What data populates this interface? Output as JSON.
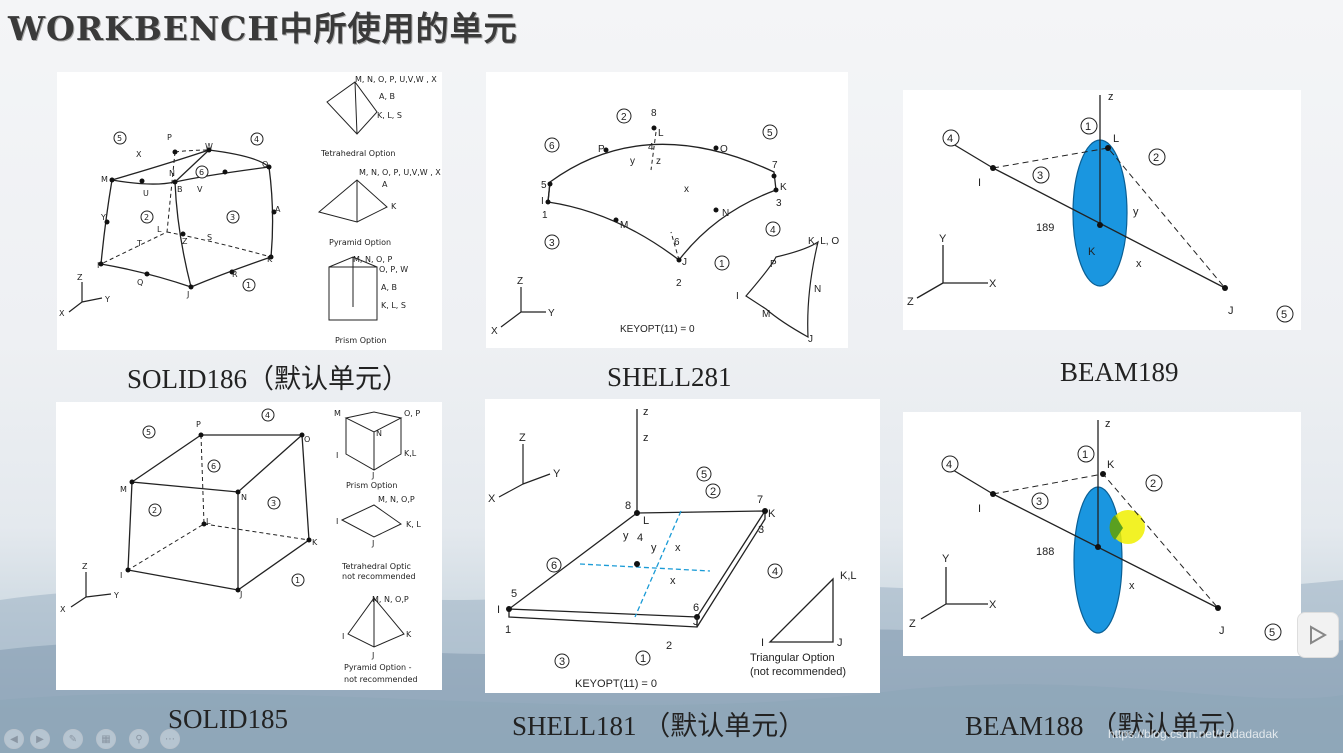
{
  "title": "WORKBENCH中所使用的单元",
  "captions": {
    "solid186": "SOLID186（默认单元）",
    "shell281": "SHELL281",
    "beam189": "BEAM189",
    "solid185": "SOLID185",
    "shell181": "SHELL181 （默认单元）",
    "beam188": "BEAM188 （默认单元）"
  },
  "diagram_text": {
    "tet_option": "Tetrahedral Option",
    "pyr_option": "Pyramid Option",
    "prism_option": "Prism Option",
    "tet_not_rec_1": "Tetrahedral Optic",
    "not_rec": "not recommended",
    "pyr_not_rec": "Pyramid Option -",
    "keyopt": "KEYOPT(11) = 0",
    "tri_option": "Triangular Option",
    "tri_not_rec": "(not recommended)",
    "beam189_num": "189",
    "beam188_num": "188"
  },
  "watermark": "https://blog.csdn.net/dadadadak",
  "icons": [
    "prev-icon",
    "next-icon",
    "pen-icon",
    "slides-icon",
    "zoom-icon",
    "more-icon",
    "play-icon"
  ]
}
